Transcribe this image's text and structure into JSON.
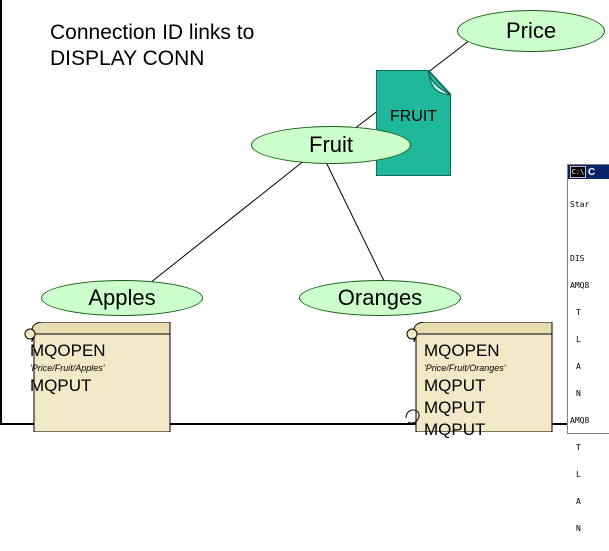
{
  "caption": {
    "line1": "Connection ID links to",
    "line2": "DISPLAY CONN"
  },
  "nodes": {
    "price": "Price",
    "fruit": "Fruit",
    "apples": "Apples",
    "oranges": "Oranges"
  },
  "document": {
    "label": "FRUIT",
    "color": "#1fb89a"
  },
  "scroll_apples": {
    "line1": "MQOPEN",
    "topic": "'Price/Fruit/Apples'",
    "line2": "MQPUT"
  },
  "scroll_oranges": {
    "line1": "MQOPEN",
    "topic": "'Price/Fruit/Oranges'",
    "line2": "MQPUT",
    "line3": "MQPUT",
    "line4": "MQPUT"
  },
  "console": {
    "title": "C",
    "icon_text": "C:\\",
    "lines": [
      "Star",
      "",
      "DIS",
      "AMQ8",
      "T",
      "L",
      "A",
      "N",
      "AMQ8",
      "T",
      "L",
      "A",
      "N"
    ]
  },
  "colors": {
    "node_fill": "#ccffcc",
    "node_stroke": "#1a5e1a",
    "scroll_fill": "#f3e8c8"
  }
}
